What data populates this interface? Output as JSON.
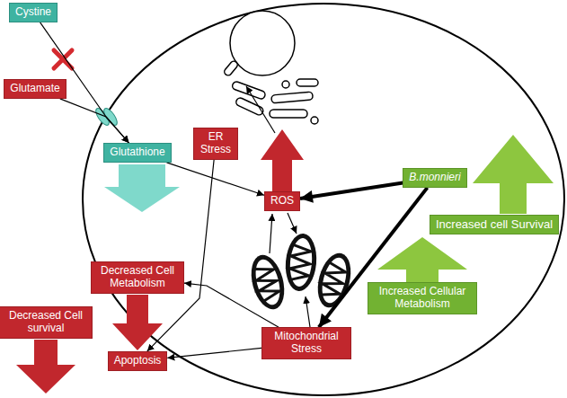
{
  "diagram": {
    "nodes": [
      {
        "text": [
          "Cystine"
        ]
      },
      {
        "text": [
          "Glutamate"
        ]
      },
      {
        "text": [
          "Glutathione"
        ]
      },
      {
        "text": [
          "ER Stress"
        ]
      },
      {
        "text": [
          "ROS"
        ]
      },
      {
        "text": [
          "B.monnieri"
        ]
      },
      {
        "text": [
          "Increased cell Survival"
        ]
      },
      {
        "text": [
          "Decreased Cell Metabolism"
        ]
      },
      {
        "text": [
          "Increased Cellular Metabolism"
        ]
      },
      {
        "text": [
          "Decreased Cell survival"
        ]
      },
      {
        "text": [
          "Mitochondrial Stress"
        ]
      },
      {
        "text": [
          "Apoptosis"
        ]
      }
    ],
    "edges": [
      {
        "from": 0,
        "to": 2,
        "arrow": "to"
      },
      {
        "from": 1,
        "to": 2,
        "arrow": "to"
      },
      {
        "from": 2,
        "to": 4,
        "arrow": "to"
      },
      {
        "from": 3,
        "to": 11,
        "arrow": "to"
      },
      {
        "from": 5,
        "to": 4,
        "arrow": "to"
      },
      {
        "from": 5,
        "to": 10,
        "arrow": "to"
      },
      {
        "from": 10,
        "to": 7,
        "arrow": "to"
      },
      {
        "from": 10,
        "to": 11,
        "arrow": "to"
      }
    ]
  }
}
